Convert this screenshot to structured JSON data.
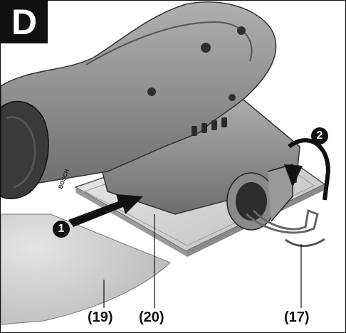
{
  "panel": {
    "letter": "D"
  },
  "steps": [
    {
      "number": "1"
    },
    {
      "number": "2"
    }
  ],
  "callouts": [
    {
      "label": "(19)"
    },
    {
      "label": "(20)"
    },
    {
      "label": "(17)"
    }
  ],
  "logo_text": "BOSCH",
  "colors": {
    "tool_body": "#8f8f8f",
    "tool_dark": "#3b3b3b",
    "base_plate": "#d9d9d9",
    "sandpaper": "#c8c8c8",
    "arrow": "#111111"
  }
}
